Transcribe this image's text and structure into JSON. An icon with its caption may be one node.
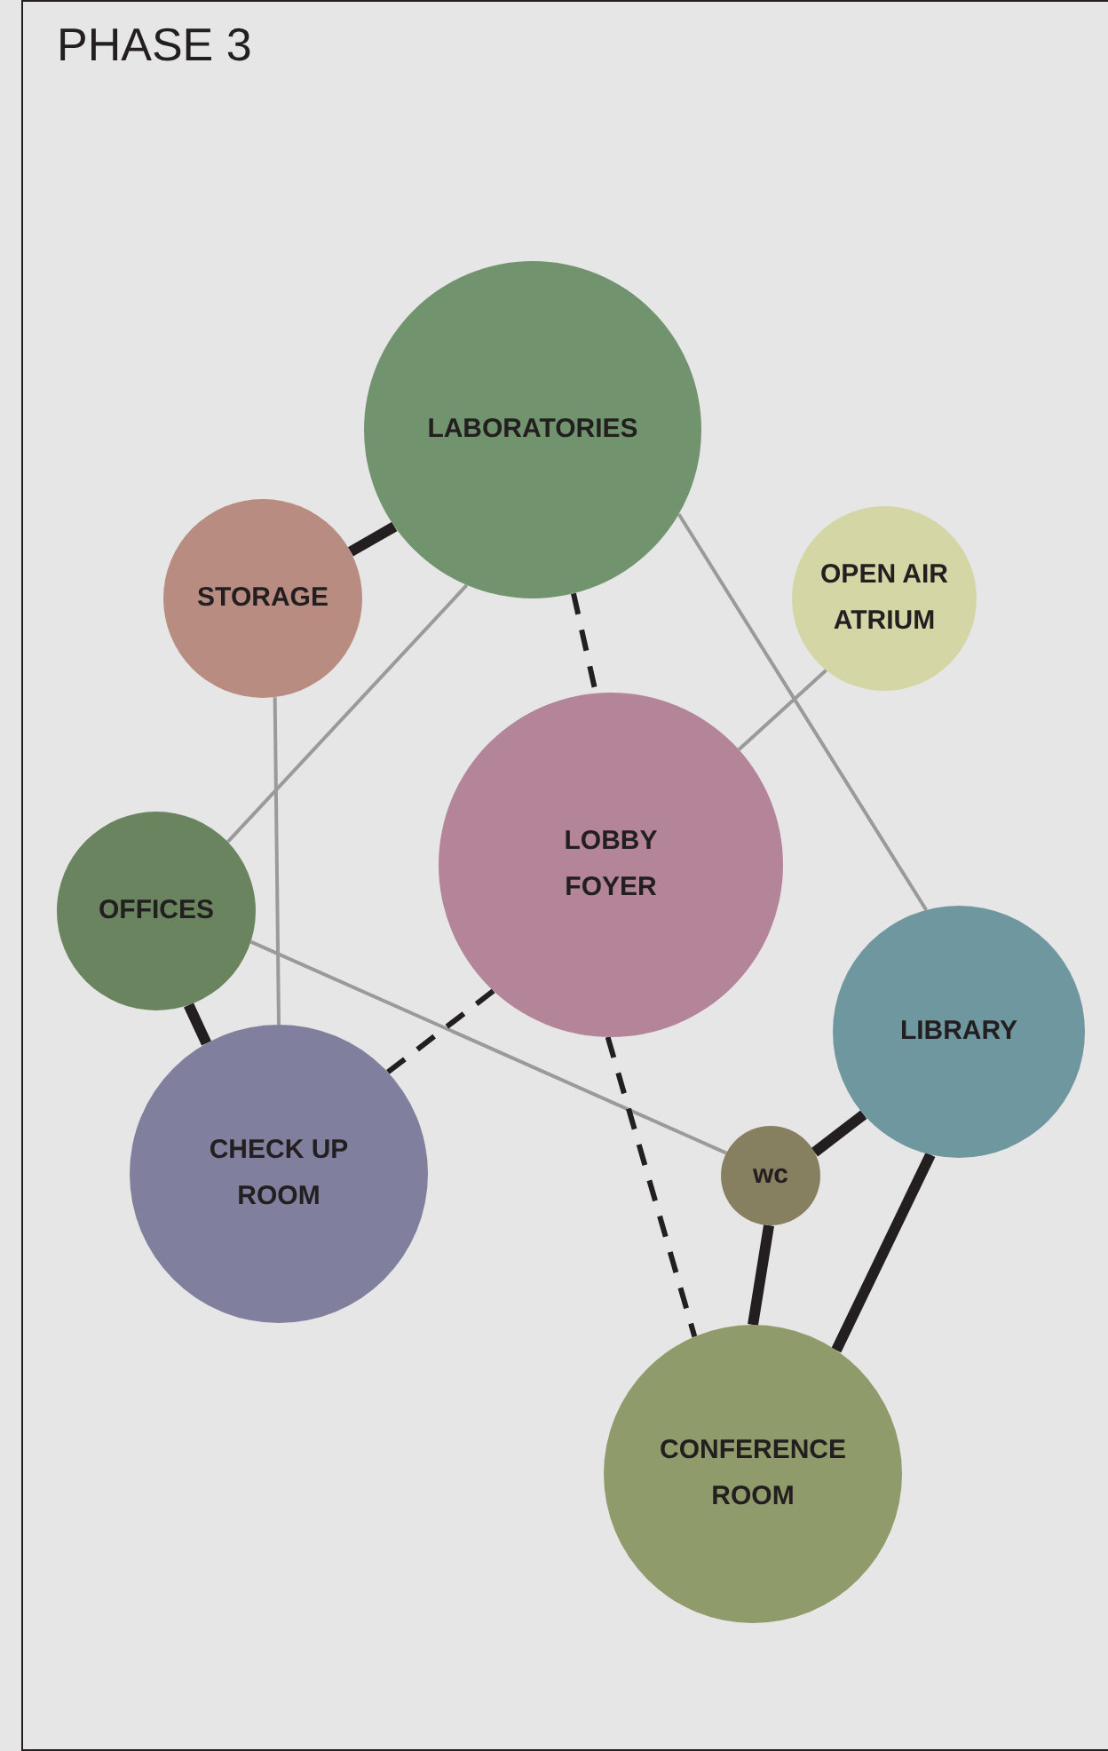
{
  "diagram": {
    "title": "PHASE 3",
    "nodes": [
      {
        "text": [
          "LABORATORIES"
        ]
      },
      {
        "text": [
          "STORAGE"
        ]
      },
      {
        "text": [
          "OPEN AIR ATRIUM"
        ]
      },
      {
        "text": [
          "LOBBY FOYER"
        ]
      },
      {
        "text": [
          "OFFICES"
        ]
      },
      {
        "text": [
          "LIBRARY"
        ]
      },
      {
        "text": [
          "CHECK UP ROOM"
        ]
      },
      {
        "text": [
          "wc"
        ]
      },
      {
        "text": [
          "CONFERENCE ROOM"
        ]
      }
    ],
    "edges": [
      {
        "from": 1,
        "to": 0,
        "arrow": "none",
        "style": "thick"
      },
      {
        "from": 0,
        "to": 3,
        "arrow": "none",
        "style": "dashed"
      },
      {
        "from": 0,
        "to": 4,
        "arrow": "none",
        "color": "#9a9a9a"
      },
      {
        "from": 0,
        "to": 5,
        "arrow": "none",
        "color": "#9a9a9a"
      },
      {
        "from": 1,
        "to": 6,
        "arrow": "none",
        "color": "#9a9a9a"
      },
      {
        "from": 2,
        "to": 3,
        "arrow": "none",
        "color": "#9a9a9a"
      },
      {
        "from": 4,
        "to": 6,
        "arrow": "none",
        "style": "thick"
      },
      {
        "from": 4,
        "to": 7,
        "arrow": "none",
        "color": "#9a9a9a"
      },
      {
        "from": 3,
        "to": 6,
        "arrow": "none",
        "style": "dashed"
      },
      {
        "from": 3,
        "to": 8,
        "arrow": "none",
        "style": "dashed"
      },
      {
        "from": 7,
        "to": 5,
        "arrow": "none",
        "style": "thick"
      },
      {
        "from": 7,
        "to": 8,
        "arrow": "none",
        "style": "thick"
      },
      {
        "from": 5,
        "to": 8,
        "arrow": "none",
        "style": "thick"
      }
    ]
  }
}
